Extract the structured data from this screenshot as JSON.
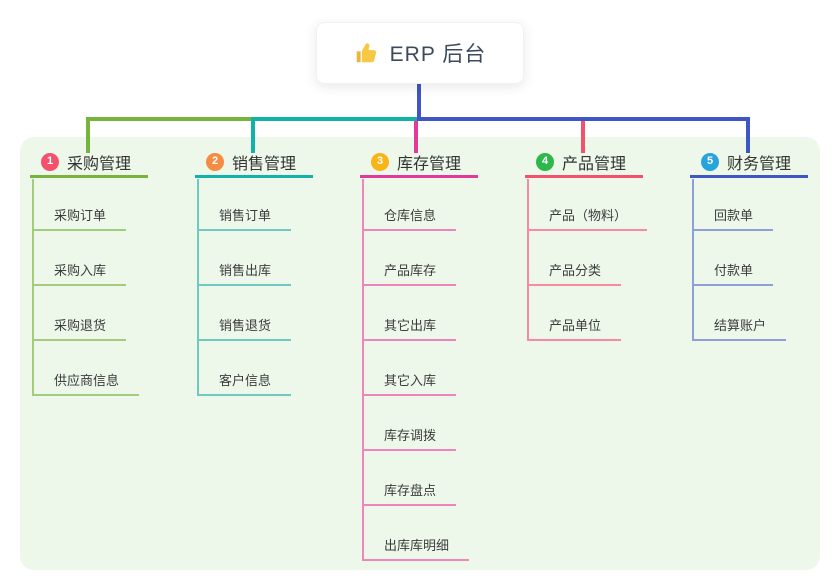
{
  "root": {
    "label": "ERP 后台",
    "icon": "thumbs-up-icon"
  },
  "colors": {
    "panel_bg": "#edf8ea",
    "root_line": "#4055c8",
    "card_bg": "#ffffff",
    "root_text": "#3c4a5c",
    "thumb_yellow": "#f7c844"
  },
  "branches": [
    {
      "index": "1",
      "label": "采购管理",
      "badge_color": "#f4516c",
      "line_color": "#76b43b",
      "child_line_color": "#a3cd7c",
      "children": [
        "采购订单",
        "采购入库",
        "采购退货",
        "供应商信息"
      ]
    },
    {
      "index": "2",
      "label": "销售管理",
      "badge_color": "#f68b42",
      "line_color": "#12b2a6",
      "child_line_color": "#6fc9c0",
      "children": [
        "销售订单",
        "销售出库",
        "销售退货",
        "客户信息"
      ]
    },
    {
      "index": "3",
      "label": "库存管理",
      "badge_color": "#f9b417",
      "line_color": "#e13a9a",
      "child_line_color": "#ee85bd",
      "children": [
        "仓库信息",
        "产品库存",
        "其它出库",
        "其它入库",
        "库存调拨",
        "库存盘点",
        "出库库明细"
      ]
    },
    {
      "index": "4",
      "label": "产品管理",
      "badge_color": "#2eb84b",
      "line_color": "#f4516c",
      "child_line_color": "#f88ba0",
      "children": [
        "产品（物料）",
        "产品分类",
        "产品单位"
      ]
    },
    {
      "index": "5",
      "label": "财务管理",
      "badge_color": "#29a3dc",
      "line_color": "#3f56c5",
      "child_line_color": "#8da0da",
      "children": [
        "回款单",
        "付款单",
        "结算账户"
      ]
    }
  ]
}
